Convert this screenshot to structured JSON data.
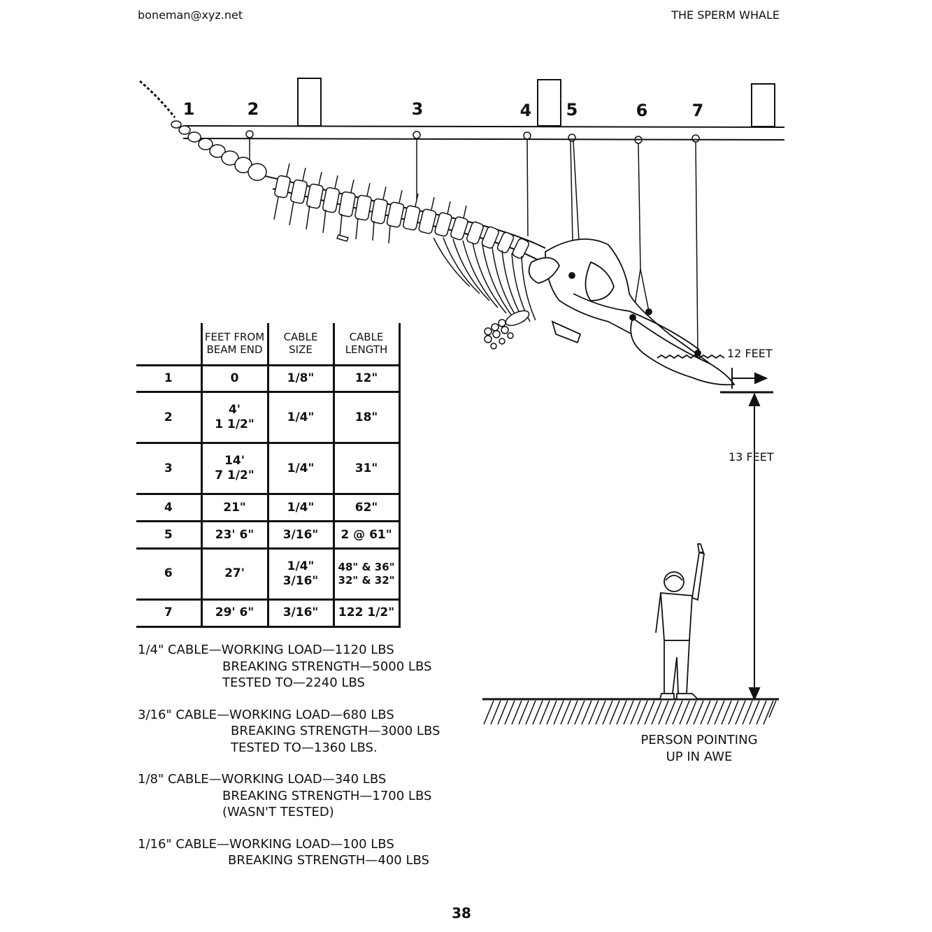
{
  "header": {
    "email": "boneman@xyz.net",
    "title": "THE SPERM WHALE"
  },
  "diagram": {
    "hanger_numbers": [
      "1",
      "2",
      "3",
      "4",
      "5",
      "6",
      "7"
    ],
    "head_offset_label": "12 FEET",
    "clearance_label": "13 FEET",
    "person_caption": [
      "PERSON POINTING",
      "UP IN AWE"
    ]
  },
  "table": {
    "headers": [
      "",
      "FEET FROM\nBEAM END",
      "CABLE\nSIZE",
      "CABLE\nLENGTH"
    ],
    "rows": [
      [
        "1",
        "0",
        "1/8\"",
        "12\""
      ],
      [
        "2",
        "4'\n1 1/2\"",
        "1/4\"",
        "18\""
      ],
      [
        "3",
        "14'\n7  1/2\"",
        "1/4\"",
        "31\""
      ],
      [
        "4",
        "21\"",
        "1/4\"",
        "62\""
      ],
      [
        "5",
        "23' 6\"",
        "3/16\"",
        "2 @ 61\""
      ],
      [
        "6",
        "27'",
        "1/4\"\n3/16\"",
        "48\" & 36\"\n32\" & 32\""
      ],
      [
        "7",
        "29' 6\"",
        "3/16\"",
        "122 1/2\""
      ]
    ]
  },
  "specs": [
    [
      "1/4\" CABLE—WORKING LOAD—1120 LBS",
      "BREAKING STRENGTH—5000 LBS",
      "TESTED TO—2240 LBS"
    ],
    [
      "3/16\" CABLE—WORKING LOAD—680 LBS",
      "BREAKING STRENGTH—3000 LBS",
      "TESTED TO—1360 LBS."
    ],
    [
      "1/8\" CABLE—WORKING LOAD—340 LBS",
      "BREAKING STRENGTH—1700 LBS",
      "(WASN'T TESTED)"
    ],
    [
      "1/16\" CABLE—WORKING LOAD—100 LBS",
      "BREAKING STRENGTH—400 LBS"
    ]
  ],
  "page_number": "38"
}
